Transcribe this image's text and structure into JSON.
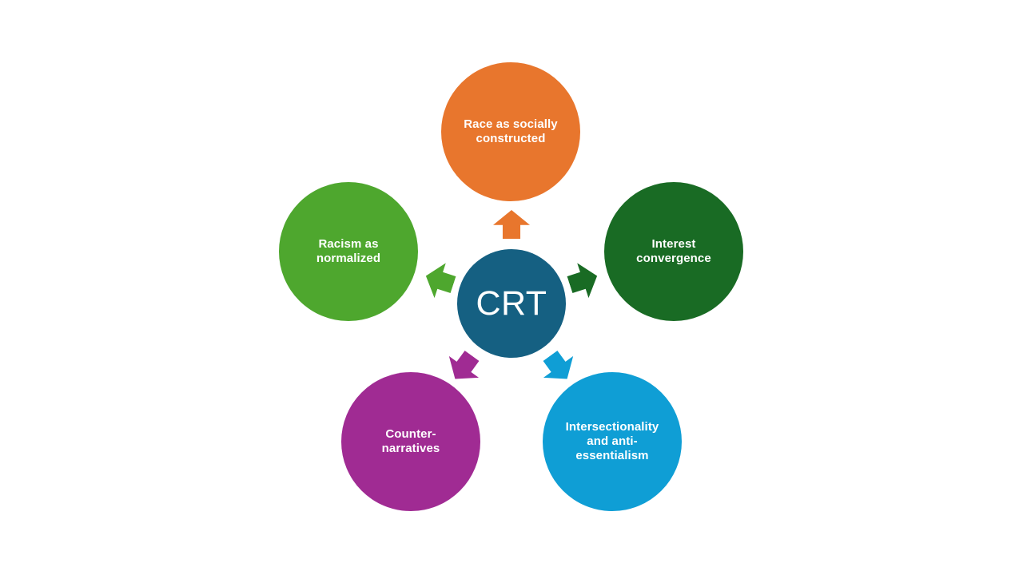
{
  "diagram": {
    "type": "radial-cycle",
    "background_color": "#FFFFFF",
    "text_color": "#FFFFFF",
    "center": {
      "label": "CRT",
      "color": "#156082"
    },
    "nodes": [
      {
        "id": "race-as-socially-constructed",
        "label": "Race as socially\nconstructed",
        "color": "#E8762D",
        "position": "top"
      },
      {
        "id": "interest-convergence",
        "label": "Interest\nconvergence",
        "color": "#196B24",
        "position": "upper-right"
      },
      {
        "id": "intersectionality-anti-essentialism",
        "label": "Intersectionality\nand anti-\nessentialism",
        "color": "#0F9ED5",
        "position": "lower-right"
      },
      {
        "id": "counter-narratives",
        "label": "Counter-\nnarratives",
        "color": "#A02B93",
        "position": "lower-left"
      },
      {
        "id": "racism-as-normalized",
        "label": "Racism as\nnormalized",
        "color": "#4EA72E",
        "position": "upper-left"
      }
    ],
    "arrows": [
      {
        "id": "arrow-to-top",
        "direction": "up",
        "color": "#E8762D"
      },
      {
        "id": "arrow-to-upper-right",
        "direction": "upper-right",
        "color": "#196B24"
      },
      {
        "id": "arrow-to-lower-right",
        "direction": "lower-right",
        "color": "#0F9ED5"
      },
      {
        "id": "arrow-to-lower-left",
        "direction": "lower-left",
        "color": "#A02B93"
      },
      {
        "id": "arrow-to-upper-left",
        "direction": "upper-left",
        "color": "#4EA72E"
      }
    ]
  }
}
